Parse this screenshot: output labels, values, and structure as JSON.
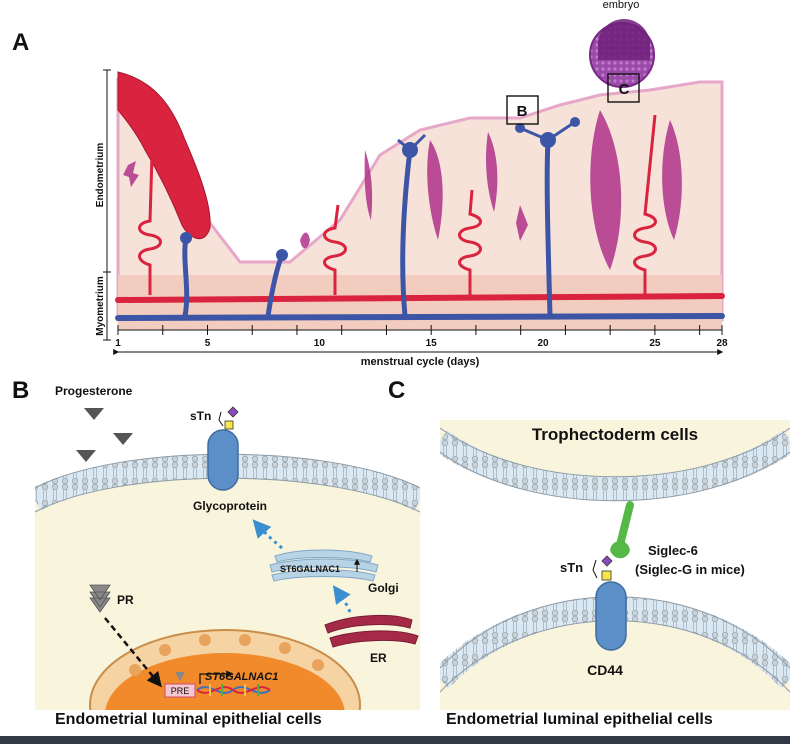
{
  "panels": {
    "a": {
      "letter": "A",
      "embryo_label": "embryo",
      "box_b": "B",
      "box_c": "C",
      "axis_endometrium": "Endometrium",
      "axis_myometrium": "Myometrium",
      "x_ticks": [
        "1",
        "5",
        "10",
        "15",
        "20",
        "25",
        "28"
      ],
      "x_title": "menstrual cycle (days)"
    },
    "b": {
      "letter": "B",
      "progesterone": "Progesterone",
      "stn": "sTn",
      "glycoprotein": "Glycoprotein",
      "st6galnac1_golgi": "ST6GALNAC1",
      "golgi": "Golgi",
      "er": "ER",
      "pr": "PR",
      "pre": "PRE",
      "gene": "ST6GALNAC1",
      "caption": "Endometrial luminal epithelial cells"
    },
    "c": {
      "letter": "C",
      "trophectoderm": "Trophectoderm cells",
      "stn": "sTn",
      "siglec6": "Siglec-6",
      "siglecg": "(Siglec-G in mice)",
      "cd44": "CD44",
      "caption": "Endometrial luminal epithelial cells"
    }
  },
  "colors": {
    "artery": "#d9233f",
    "vein": "#3d55a6",
    "gland": "#b0338b",
    "endometrium_fill": "#f6e2d8",
    "membrane": "#bcd4e4",
    "cytoplasm": "#f9f4dc",
    "nucleus": "#f08a2a",
    "embryo": "#8a3a96",
    "receptor": "#5c8fc8",
    "siglec": "#55b847"
  }
}
